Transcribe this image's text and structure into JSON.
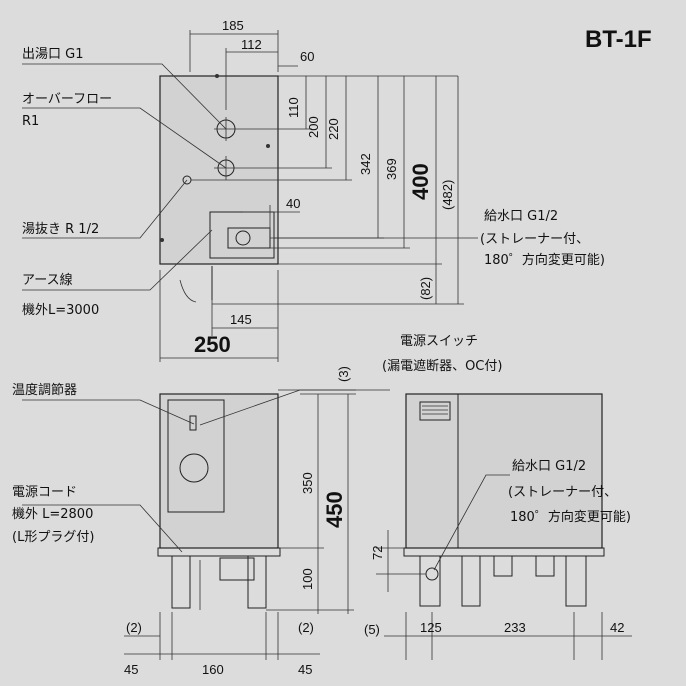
{
  "title": "BT-1F",
  "labels": {
    "outlet": "出湯口 G1",
    "overflow_1": "オーバーフロー",
    "overflow_2": "R1",
    "drain": "湯抜き R 1/2",
    "earth": "アース線",
    "earth_len": "機外L=3000",
    "inlet_top_1": "給水口 G1/2",
    "inlet_top_2": "(ストレーナー付、",
    "inlet_top_3": "180゜方向変更可能)",
    "power_switch_1": "電源スイッチ",
    "power_switch_2": "(漏電遮断器、OC付)",
    "thermostat": "温度調節器",
    "cord_1": "電源コード",
    "cord_2": "機外 L=2800",
    "cord_3": "(L形プラグ付)",
    "inlet_side_1": "給水口 G1/2",
    "inlet_side_2": "(ストレーナー付、",
    "inlet_side_3": "180゜方向変更可能)"
  },
  "dims": {
    "d185": "185",
    "d112": "112",
    "d60": "60",
    "d110": "110",
    "d200": "200",
    "d220": "220",
    "d342": "342",
    "d369": "369",
    "d400": "400",
    "d482": "(482)",
    "d40": "40",
    "d82": "(82)",
    "d145": "145",
    "d250": "250",
    "d3": "(3)",
    "d350": "350",
    "d450": "450",
    "d100": "100",
    "d2a": "(2)",
    "d45a": "45",
    "d160": "160",
    "d2b": "(2)",
    "d45b": "45",
    "d72": "72",
    "d5": "(5)",
    "d125": "125",
    "d233": "233",
    "d42": "42"
  }
}
